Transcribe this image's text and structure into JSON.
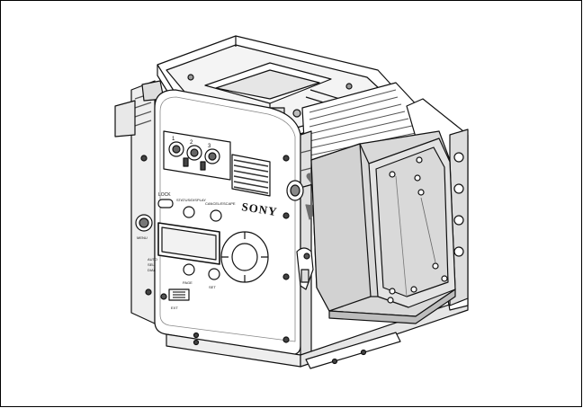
{
  "camera": {
    "brand": "SONY",
    "knob_labels": [
      "1",
      "2",
      "3"
    ],
    "lock_label": "LOCK",
    "top_labels": [
      "STATUS/DISPLAY",
      "CANCEL/ESCAPE"
    ],
    "menu_label": "MENU",
    "side_labels": [
      "AUTO",
      "SEL",
      "DIAL"
    ],
    "page_label": "PAGE",
    "set_label": "SET",
    "bottom_label": "EXT"
  },
  "colors": {
    "line": "#111111",
    "body": "#ffffff",
    "shade": "#d9d9d9",
    "dark": "#555555",
    "arrow": "#6e6e6e"
  }
}
